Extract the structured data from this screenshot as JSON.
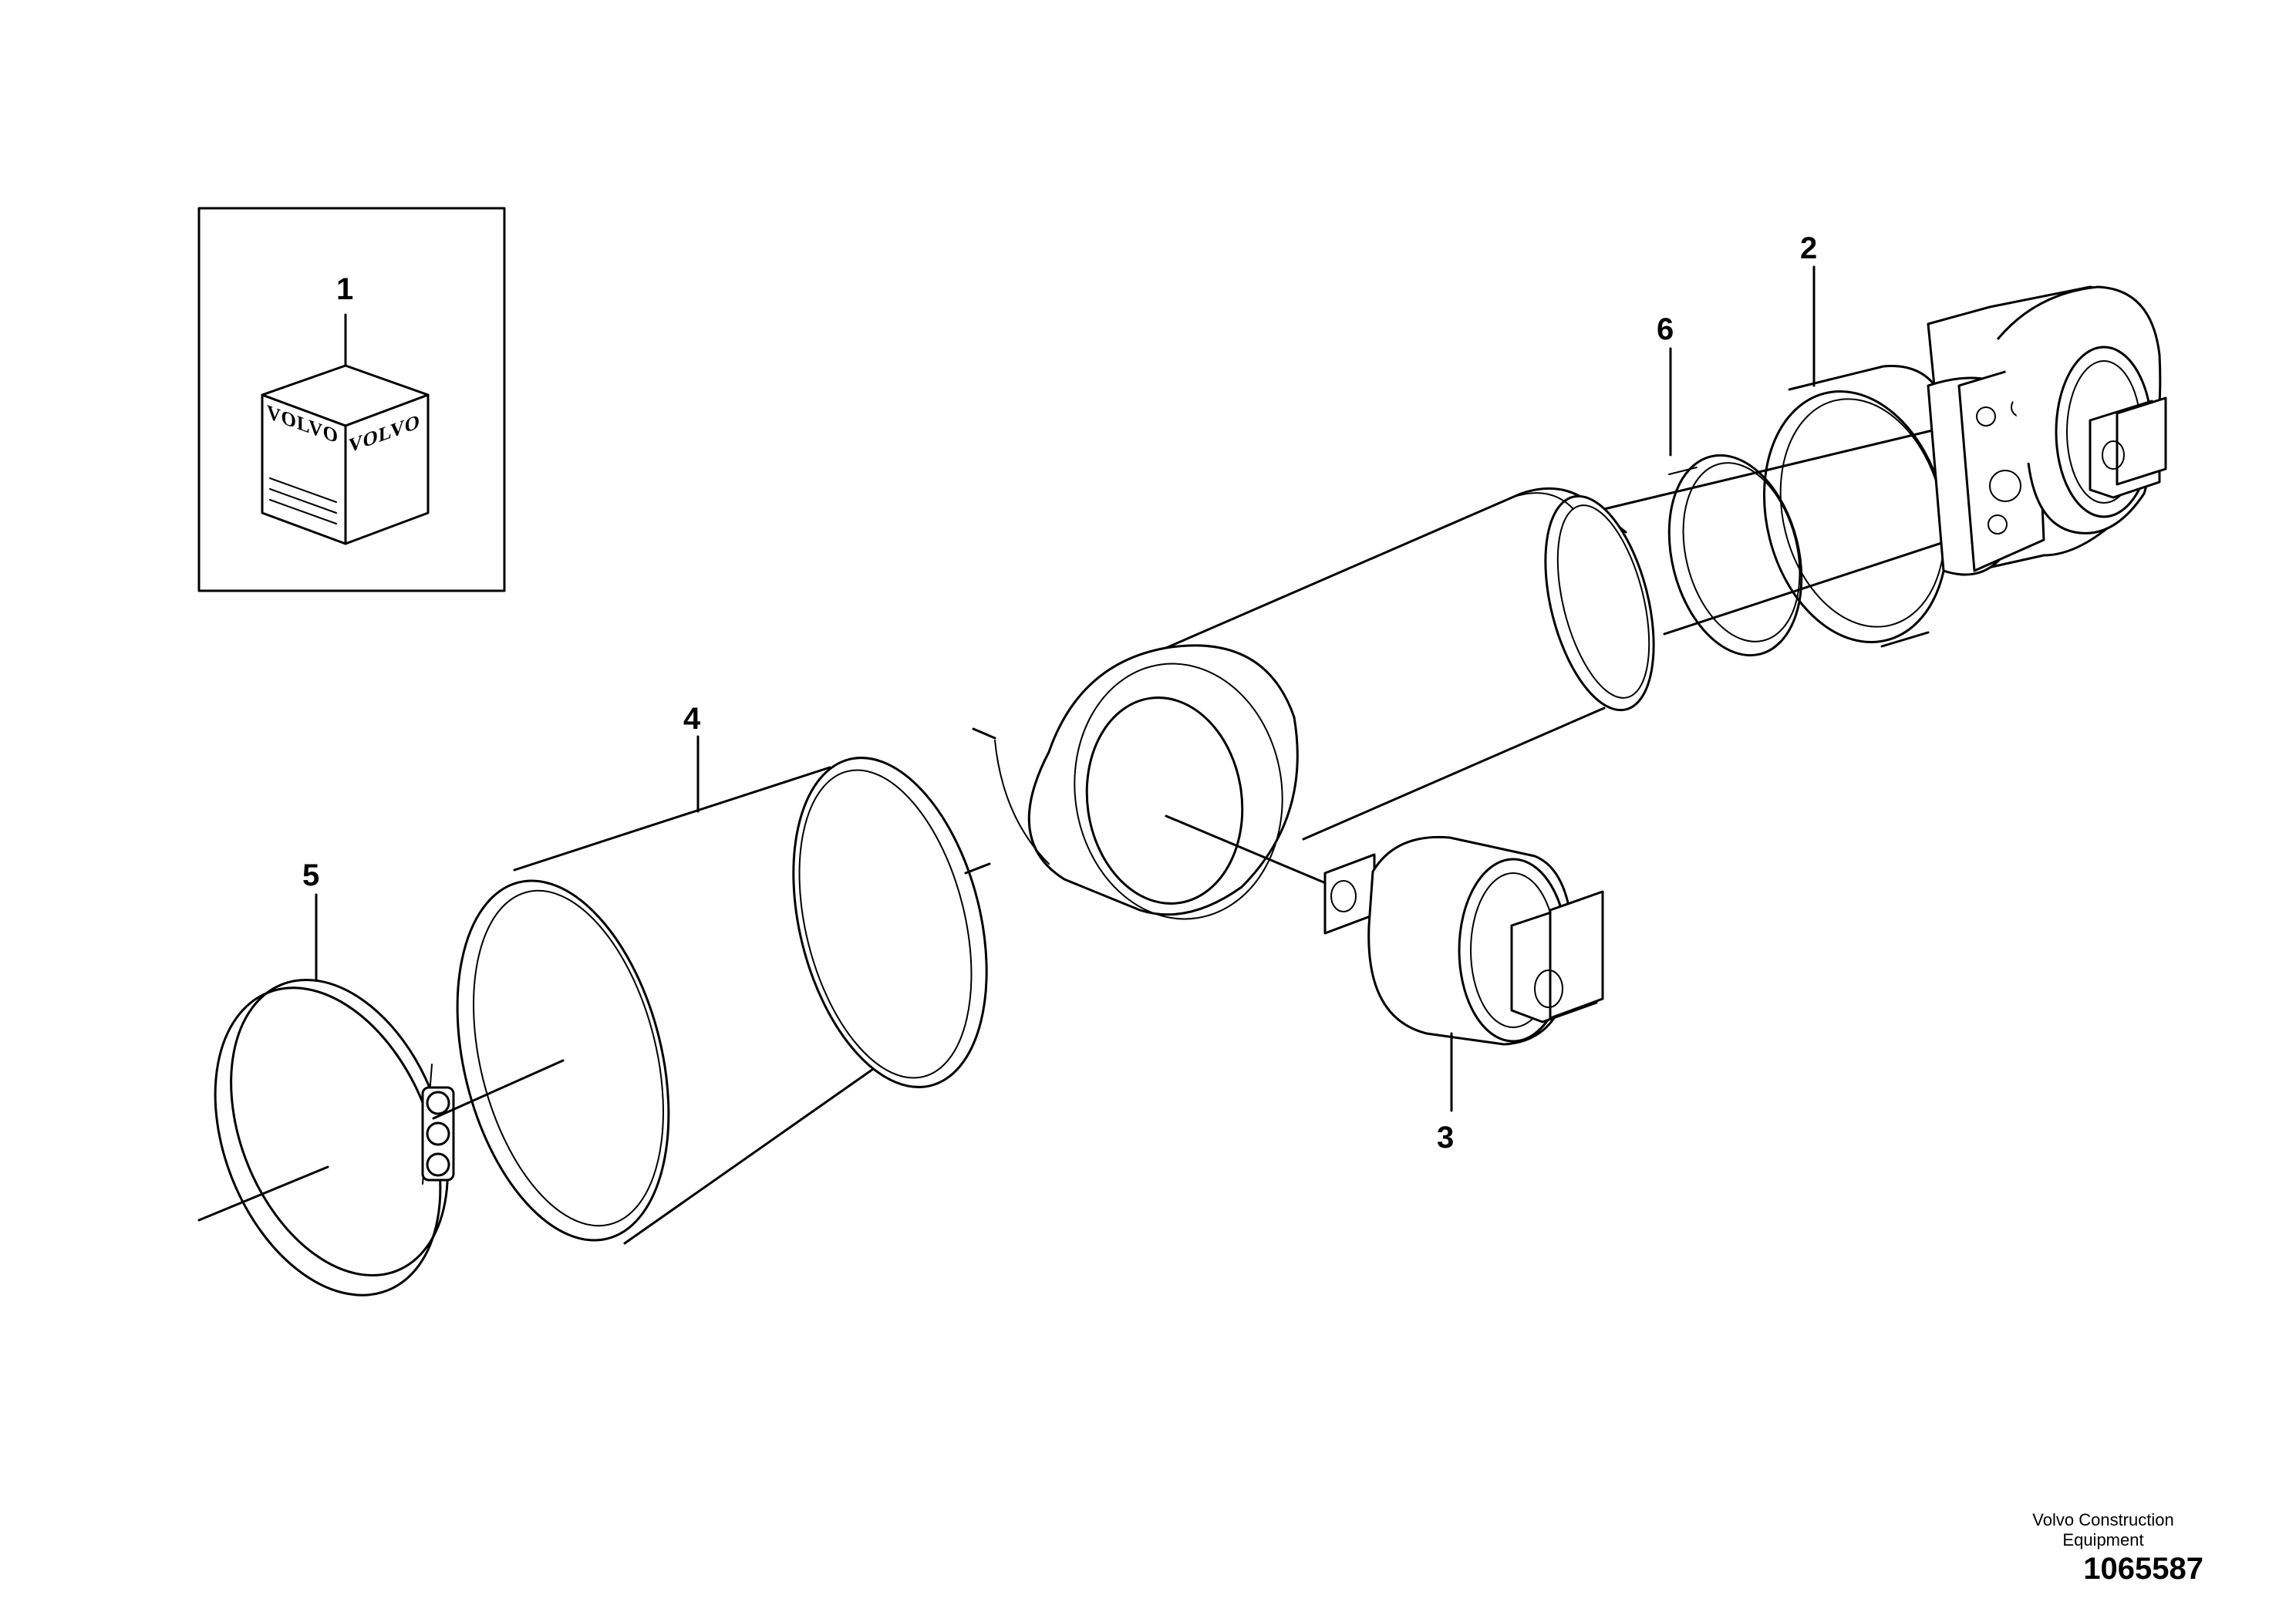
{
  "diagram": {
    "callouts": [
      {
        "id": "1",
        "label": "1"
      },
      {
        "id": "2",
        "label": "2"
      },
      {
        "id": "3",
        "label": "3"
      },
      {
        "id": "4",
        "label": "4"
      },
      {
        "id": "5",
        "label": "5"
      },
      {
        "id": "6",
        "label": "6"
      }
    ],
    "kit_box": {
      "brand_face_left": "VOLVO",
      "brand_face_right": "VOLVO"
    }
  },
  "credit": {
    "line1": "Volvo Construction",
    "line2": "Equipment",
    "number": "1065587"
  }
}
